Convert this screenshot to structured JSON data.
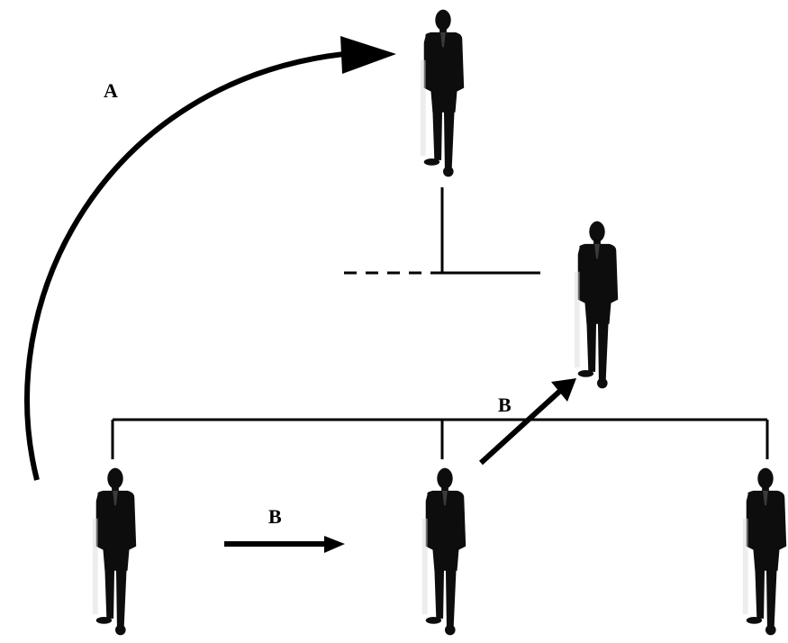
{
  "labels": {
    "promotion_arc": "A",
    "lateral_move": "B",
    "diagonal_move": "B"
  },
  "colors": {
    "ink": "#000000",
    "figure": "#0d0d0d",
    "background": "#ffffff"
  },
  "figures": [
    {
      "id": "top"
    },
    {
      "id": "middle-right"
    },
    {
      "id": "bottom-left"
    },
    {
      "id": "bottom-center"
    },
    {
      "id": "bottom-right"
    }
  ],
  "icons": {
    "person": "businessman-icon"
  }
}
